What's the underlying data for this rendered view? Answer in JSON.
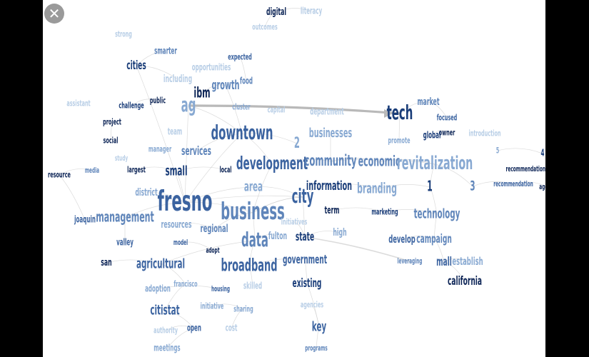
{
  "close_icon_glyph": "✕",
  "palette": {
    "1": "#b8cee6",
    "2": "#88a9d2",
    "3": "#5f85ba",
    "4": "#3b63a0",
    "5": "#1a3d79",
    "6": "#0c2456"
  },
  "edge_color": "#cfcfcf",
  "highlight_edge_color": "#b9b9b9",
  "words": [
    {
      "id": "digital",
      "text": "digital",
      "size": 12,
      "shade": 6
    },
    {
      "id": "literacy",
      "text": "literacy",
      "size": 11,
      "shade": 1
    },
    {
      "id": "outcomes",
      "text": "outcomes",
      "size": 10,
      "shade": 1
    },
    {
      "id": "strong",
      "text": "strong",
      "size": 10,
      "shade": 1
    },
    {
      "id": "smarter",
      "text": "smarter",
      "size": 11,
      "shade": 3
    },
    {
      "id": "expected",
      "text": "expected",
      "size": 10,
      "shade": 4
    },
    {
      "id": "cities",
      "text": "cities",
      "size": 14,
      "shade": 5
    },
    {
      "id": "including",
      "text": "including",
      "size": 12,
      "shade": 1
    },
    {
      "id": "opportunities",
      "text": "opportunities",
      "size": 11,
      "shade": 1
    },
    {
      "id": "food",
      "text": "food",
      "size": 11,
      "shade": 3
    },
    {
      "id": "ibm",
      "text": "ibm",
      "size": 17,
      "shade": 6
    },
    {
      "id": "growth",
      "text": "growth",
      "size": 15,
      "shade": 3
    },
    {
      "id": "assistant",
      "text": "assistant",
      "size": 10,
      "shade": 1
    },
    {
      "id": "challenge",
      "text": "challenge",
      "size": 10,
      "shade": 5
    },
    {
      "id": "public",
      "text": "public",
      "size": 10,
      "shade": 6
    },
    {
      "id": "ag",
      "text": "ag",
      "size": 23,
      "shade": 2
    },
    {
      "id": "cluster",
      "text": "cluster",
      "size": 10,
      "shade": 2
    },
    {
      "id": "capital",
      "text": "capital",
      "size": 10,
      "shade": 1
    },
    {
      "id": "department",
      "text": "department",
      "size": 11,
      "shade": 1
    },
    {
      "id": "tech",
      "text": "tech",
      "size": 23,
      "shade": 5
    },
    {
      "id": "market",
      "text": "market",
      "size": 12,
      "shade": 3
    },
    {
      "id": "project",
      "text": "project",
      "size": 10,
      "shade": 6
    },
    {
      "id": "focused",
      "text": "focused",
      "size": 10,
      "shade": 4
    },
    {
      "id": "owner",
      "text": "owner",
      "size": 10,
      "shade": 6
    },
    {
      "id": "introduction",
      "text": "introduction",
      "size": 10,
      "shade": 1
    },
    {
      "id": "social",
      "text": "social",
      "size": 10,
      "shade": 6
    },
    {
      "id": "team",
      "text": "team",
      "size": 11,
      "shade": 1
    },
    {
      "id": "downtown",
      "text": "downtown",
      "size": 23,
      "shade": 4
    },
    {
      "id": "n2",
      "text": "2",
      "size": 18,
      "shade": 2
    },
    {
      "id": "businesses",
      "text": "businesses",
      "size": 15,
      "shade": 2
    },
    {
      "id": "promote",
      "text": "promote",
      "size": 10,
      "shade": 2
    },
    {
      "id": "global",
      "text": "global",
      "size": 11,
      "shade": 5
    },
    {
      "id": "n5",
      "text": "5",
      "size": 10,
      "shade": 2
    },
    {
      "id": "n4",
      "text": "4",
      "size": 11,
      "shade": 5
    },
    {
      "id": "manager",
      "text": "manager",
      "size": 10,
      "shade": 2
    },
    {
      "id": "services",
      "text": "services",
      "size": 14,
      "shade": 3
    },
    {
      "id": "study",
      "text": "study",
      "size": 9,
      "shade": 1
    },
    {
      "id": "development",
      "text": "development",
      "size": 21,
      "shade": 4
    },
    {
      "id": "community",
      "text": "community",
      "size": 18,
      "shade": 3
    },
    {
      "id": "economic",
      "text": "economic",
      "size": 17,
      "shade": 3
    },
    {
      "id": "revitalization",
      "text": "revitalization",
      "size": 22,
      "shade": 2
    },
    {
      "id": "resource",
      "text": "resource",
      "size": 10,
      "shade": 6
    },
    {
      "id": "media",
      "text": "media",
      "size": 9,
      "shade": 3
    },
    {
      "id": "largest",
      "text": "largest",
      "size": 10,
      "shade": 6
    },
    {
      "id": "small",
      "text": "small",
      "size": 16,
      "shade": 5
    },
    {
      "id": "local",
      "text": "local",
      "size": 10,
      "shade": 6
    },
    {
      "id": "recommendations",
      "text": "recommendations",
      "size": 9,
      "shade": 6
    },
    {
      "id": "recommendation",
      "text": "recommendation",
      "size": 9,
      "shade": 4
    },
    {
      "id": "agency",
      "text": "agency",
      "size": 9,
      "shade": 6
    },
    {
      "id": "district",
      "text": "district",
      "size": 12,
      "shade": 2
    },
    {
      "id": "fresno",
      "text": "fresno",
      "size": 33,
      "shade": 4
    },
    {
      "id": "area",
      "text": "area",
      "size": 16,
      "shade": 2
    },
    {
      "id": "city",
      "text": "city",
      "size": 23,
      "shade": 4
    },
    {
      "id": "information",
      "text": "information",
      "size": 15,
      "shade": 5
    },
    {
      "id": "branding",
      "text": "branding",
      "size": 17,
      "shade": 2
    },
    {
      "id": "n1",
      "text": "1",
      "size": 17,
      "shade": 5
    },
    {
      "id": "n3",
      "text": "3",
      "size": 16,
      "shade": 3
    },
    {
      "id": "joaquin",
      "text": "joaquin",
      "size": 11,
      "shade": 4
    },
    {
      "id": "management",
      "text": "management",
      "size": 17,
      "shade": 3
    },
    {
      "id": "business",
      "text": "business",
      "size": 28,
      "shade": 3
    },
    {
      "id": "term",
      "text": "term",
      "size": 12,
      "shade": 6
    },
    {
      "id": "marketing",
      "text": "marketing",
      "size": 10,
      "shade": 5
    },
    {
      "id": "technology",
      "text": "technology",
      "size": 16,
      "shade": 3
    },
    {
      "id": "resources",
      "text": "resources",
      "size": 12,
      "shade": 2
    },
    {
      "id": "initiatives",
      "text": "initiatives",
      "size": 10,
      "shade": 1
    },
    {
      "id": "regional",
      "text": "regional",
      "size": 13,
      "shade": 3
    },
    {
      "id": "valley",
      "text": "valley",
      "size": 11,
      "shade": 4
    },
    {
      "id": "model",
      "text": "model",
      "size": 9,
      "shade": 4
    },
    {
      "id": "data",
      "text": "data",
      "size": 23,
      "shade": 3
    },
    {
      "id": "fulton",
      "text": "fulton",
      "size": 12,
      "shade": 2
    },
    {
      "id": "state",
      "text": "state",
      "size": 14,
      "shade": 5
    },
    {
      "id": "high",
      "text": "high",
      "size": 12,
      "shade": 2
    },
    {
      "id": "develop",
      "text": "develop",
      "size": 13,
      "shade": 4
    },
    {
      "id": "campaign",
      "text": "campaign",
      "size": 14,
      "shade": 3
    },
    {
      "id": "adopt",
      "text": "adopt",
      "size": 9,
      "shade": 6
    },
    {
      "id": "san",
      "text": "san",
      "size": 12,
      "shade": 6
    },
    {
      "id": "agricultural",
      "text": "agricultural",
      "size": 16,
      "shade": 4
    },
    {
      "id": "broadband",
      "text": "broadband",
      "size": 20,
      "shade": 4
    },
    {
      "id": "government",
      "text": "government",
      "size": 14,
      "shade": 4
    },
    {
      "id": "leveraging",
      "text": "leveraging",
      "size": 9,
      "shade": 3
    },
    {
      "id": "mall",
      "text": "mall",
      "size": 14,
      "shade": 4
    },
    {
      "id": "establish",
      "text": "establish",
      "size": 13,
      "shade": 2
    },
    {
      "id": "francisco",
      "text": "francisco",
      "size": 10,
      "shade": 2
    },
    {
      "id": "existing",
      "text": "existing",
      "size": 14,
      "shade": 5
    },
    {
      "id": "california",
      "text": "california",
      "size": 14,
      "shade": 6
    },
    {
      "id": "adoption",
      "text": "adoption",
      "size": 11,
      "shade": 2
    },
    {
      "id": "housing",
      "text": "housing",
      "size": 9,
      "shade": 4
    },
    {
      "id": "skilled",
      "text": "skilled",
      "size": 11,
      "shade": 1
    },
    {
      "id": "citistat",
      "text": "citistat",
      "size": 16,
      "shade": 4
    },
    {
      "id": "initiative",
      "text": "initiative",
      "size": 10,
      "shade": 2
    },
    {
      "id": "sharing",
      "text": "sharing",
      "size": 10,
      "shade": 2
    },
    {
      "id": "agencies",
      "text": "agencies",
      "size": 10,
      "shade": 1
    },
    {
      "id": "authority",
      "text": "authority",
      "size": 10,
      "shade": 1
    },
    {
      "id": "open",
      "text": "open",
      "size": 11,
      "shade": 4
    },
    {
      "id": "cost",
      "text": "cost",
      "size": 11,
      "shade": 1
    },
    {
      "id": "key",
      "text": "key",
      "size": 16,
      "shade": 4
    },
    {
      "id": "meetings",
      "text": "meetings",
      "size": 11,
      "shade": 2
    },
    {
      "id": "programs",
      "text": "programs",
      "size": 9,
      "shade": 3
    }
  ],
  "edges": [
    [
      "ag",
      "tech",
      3
    ],
    [
      "digital",
      "literacy",
      1
    ],
    [
      "digital",
      "outcomes",
      1
    ],
    [
      "expected",
      "food",
      1
    ],
    [
      "smarter",
      "cities",
      1
    ],
    [
      "ibm",
      "growth",
      1
    ],
    [
      "growth",
      "downtown",
      1
    ],
    [
      "downtown",
      "development",
      1
    ],
    [
      "downtown",
      "services",
      1
    ],
    [
      "downtown",
      "n2",
      1
    ],
    [
      "development",
      "community",
      1
    ],
    [
      "community",
      "economic",
      1
    ],
    [
      "economic",
      "revitalization",
      1
    ],
    [
      "revitalization",
      "n1",
      1
    ],
    [
      "revitalization",
      "n3",
      1
    ],
    [
      "n3",
      "recommendation",
      1
    ],
    [
      "recommendation",
      "agency",
      1
    ],
    [
      "n5",
      "n4",
      1
    ],
    [
      "fresno",
      "business",
      1
    ],
    [
      "fresno",
      "city",
      1
    ],
    [
      "fresno",
      "small",
      1
    ],
    [
      "fresno",
      "district",
      1
    ],
    [
      "fresno",
      "area",
      1
    ],
    [
      "fresno",
      "downtown",
      1
    ],
    [
      "business",
      "city",
      1
    ],
    [
      "business",
      "data",
      1
    ],
    [
      "business",
      "development",
      1
    ],
    [
      "city",
      "information",
      1
    ],
    [
      "city",
      "state",
      1
    ],
    [
      "data",
      "broadband",
      1
    ],
    [
      "data",
      "fulton",
      1
    ],
    [
      "business",
      "regional",
      1
    ],
    [
      "management",
      "joaquin",
      1
    ],
    [
      "valley",
      "management",
      1
    ],
    [
      "small",
      "largest",
      1
    ],
    [
      "small",
      "local",
      1
    ],
    [
      "information",
      "branding",
      1
    ],
    [
      "branding",
      "n1",
      1
    ],
    [
      "term",
      "marketing",
      1
    ],
    [
      "marketing",
      "technology",
      1
    ],
    [
      "technology",
      "campaign",
      1
    ],
    [
      "campaign",
      "mall",
      1
    ],
    [
      "mall",
      "establish",
      1
    ],
    [
      "mall",
      "california",
      1
    ],
    [
      "develop",
      "campaign",
      1
    ],
    [
      "state",
      "leveraging",
      2
    ],
    [
      "san",
      "agricultural",
      1
    ],
    [
      "agricultural",
      "francisco",
      1
    ],
    [
      "francisco",
      "citistat",
      1
    ],
    [
      "citistat",
      "open",
      1
    ],
    [
      "open",
      "meetings",
      1
    ],
    [
      "broadband",
      "skilled",
      1
    ],
    [
      "government",
      "existing",
      1
    ],
    [
      "existing",
      "key",
      1
    ],
    [
      "key",
      "programs",
      1
    ],
    [
      "key",
      "agencies",
      1
    ],
    [
      "high",
      "state",
      1
    ],
    [
      "businesses",
      "community",
      1
    ],
    [
      "tech",
      "promote",
      1
    ],
    [
      "global",
      "owner",
      1
    ],
    [
      "market",
      "focused",
      1
    ],
    [
      "ag",
      "downtown",
      1
    ],
    [
      "cities",
      "including",
      1
    ],
    [
      "challenge",
      "public",
      1
    ],
    [
      "social",
      "project",
      1
    ],
    [
      "resource",
      "media",
      1
    ],
    [
      "area",
      "city",
      1
    ],
    [
      "joaquin",
      "resource",
      1
    ],
    [
      "initiative",
      "sharing",
      1
    ],
    [
      "authority",
      "open",
      1
    ],
    [
      "cost",
      "sharing",
      1
    ],
    [
      "adoption",
      "housing",
      1
    ],
    [
      "tech",
      "market",
      1
    ],
    [
      "fresno",
      "management",
      1
    ],
    [
      "city",
      "business",
      1
    ],
    [
      "data",
      "agricultural",
      1
    ],
    [
      "broadband",
      "government",
      1
    ],
    [
      "fresno",
      "cities",
      1
    ],
    [
      "community",
      "revitalization",
      1
    ],
    [
      "technology",
      "n1",
      1
    ],
    [
      "fresno",
      "ag",
      1
    ],
    [
      "model",
      "adopt",
      1
    ],
    [
      "resources",
      "regional",
      1
    ],
    [
      "initiatives",
      "state",
      1
    ]
  ]
}
